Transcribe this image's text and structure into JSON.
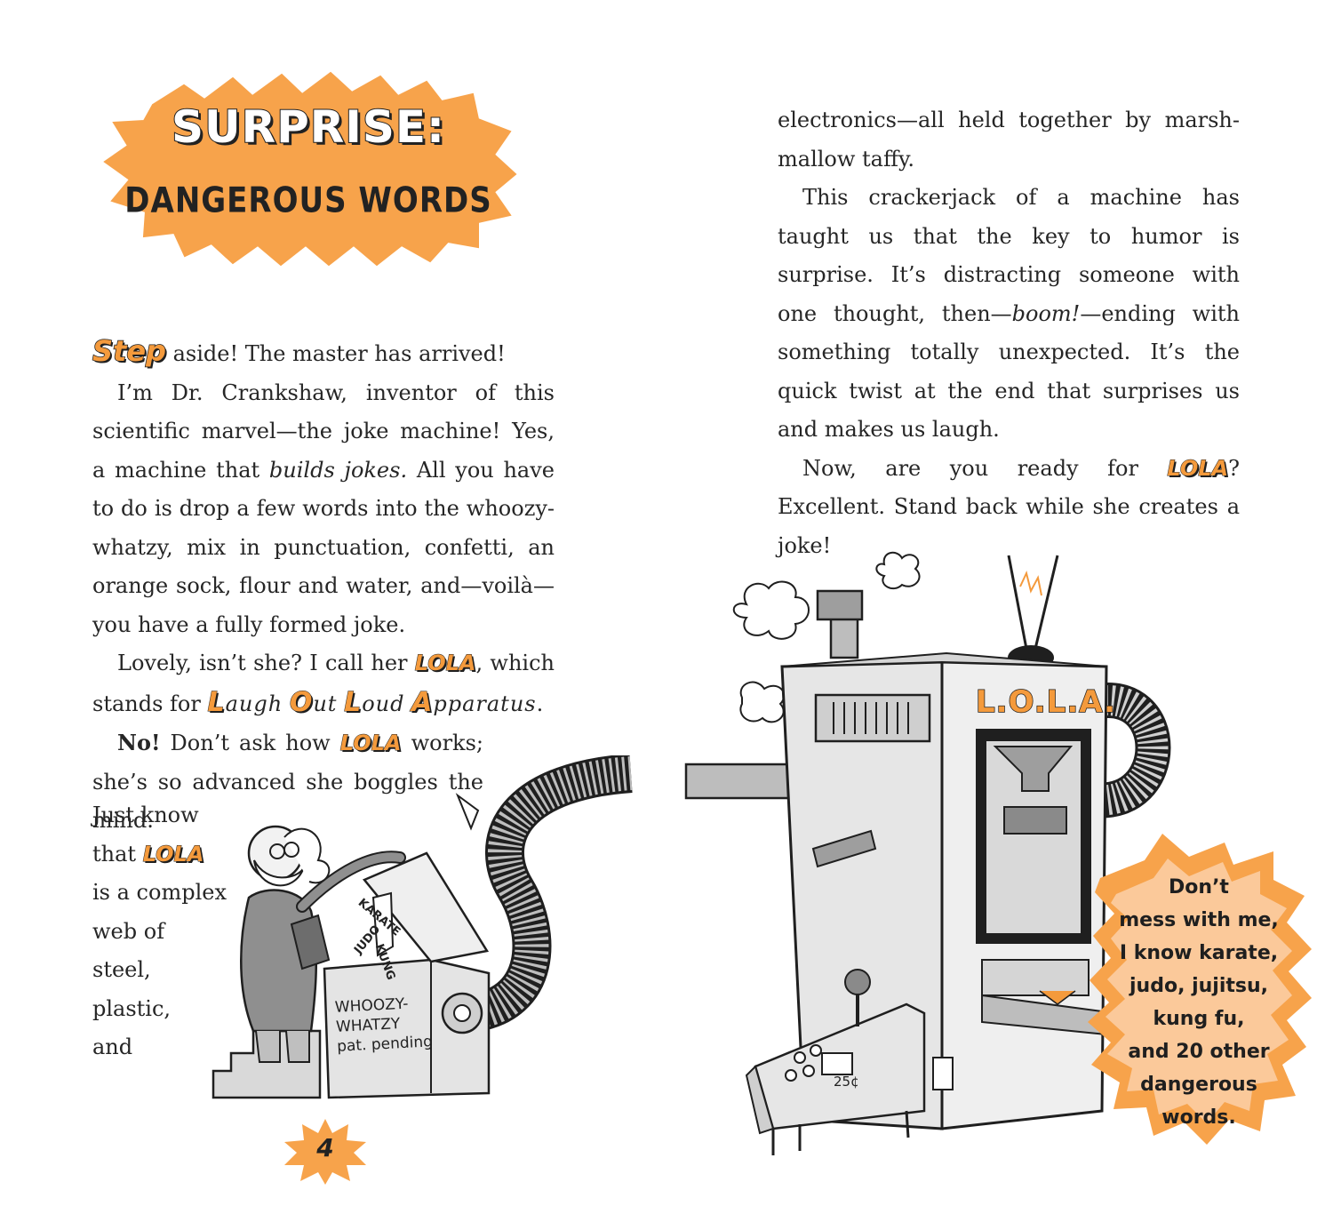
{
  "title": {
    "line1": "SURPRISE:",
    "line2": "DANGEROUS WORDS"
  },
  "left_page": {
    "p1_step": "Step",
    "p1_rest": " aside! The master has arrived!",
    "p2": "I’m Dr. Crankshaw, inventor of this scientific marvel—the joke machine! Yes, a machine that ",
    "p2_italic": "builds jokes.",
    "p2_rest": " All you have to do is drop a few words into the whoozy-whatzy, mix in punctuation, confetti, an orange sock, flour and water, and—voilà—you have a fully formed joke.",
    "p3_a": "Lovely, isn’t she? I call her ",
    "lola": "LOLA",
    "p3_b": ", which stands for ",
    "acronym": {
      "L": "L",
      "augh": "augh",
      "O": "O",
      "ut": "ut",
      "L2": "L",
      "oud": "oud",
      "A": "A",
      "pparatus": "pparatus"
    },
    "p3_end": ".",
    "p4_bold": "No!",
    "p4_a": " Don’t ask how ",
    "p4_b": " works; she’s so advanced she boggles the mind.",
    "narrow_lines": [
      "Just know",
      "that",
      "is a complex",
      "web of",
      "steel,",
      "plastic,",
      "and"
    ]
  },
  "right_page": {
    "p1": "electronics—all held together by marsh-mallow taffy.",
    "p2_a": "This crackerjack of a machine has taught us that the key to humor is surprise. It’s distracting someone with one thought, then—",
    "p2_italic": "boom!",
    "p2_b": "—ending with something totally unexpected. It’s the quick twist at the end that surprises us and makes us laugh.",
    "p3_a": "Now, are you ready for ",
    "p3_b": "? Excellent. Stand back while she creates a joke!"
  },
  "illustration_left": {
    "box_label": [
      "WHOOZY-",
      "WHATZY",
      "pat. pending"
    ],
    "sock_words": [
      "KARATE",
      "JUDO",
      "KUNG"
    ]
  },
  "illustration_right": {
    "machine_sign": "L.O.L.A.",
    "coin_label": "25¢"
  },
  "speech_bubble": {
    "lines": [
      "Don’t",
      "mess with me,",
      "I know karate,",
      "judo, jujitsu,",
      "kung fu,",
      "and 20 other",
      "dangerous",
      "words."
    ]
  },
  "page_number": "4",
  "colors": {
    "accent_orange": "#f49a3c",
    "burst_orange": "#f7a34b",
    "light_orange": "#fbc99a",
    "ink": "#1f1f1f",
    "machine_gray": "#e6e6e6"
  }
}
